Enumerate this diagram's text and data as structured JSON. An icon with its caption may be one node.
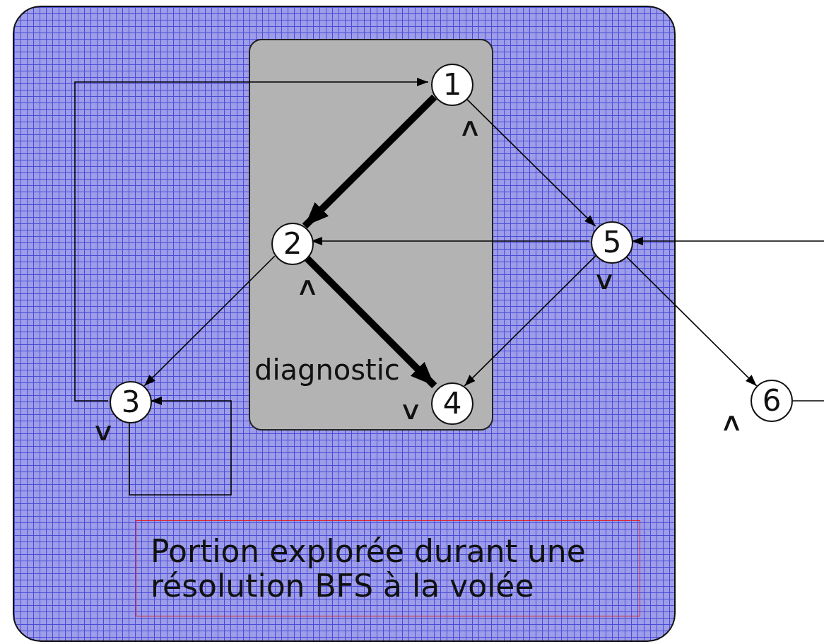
{
  "diagram": {
    "nodes": [
      {
        "text": [],
        "shape": "box"
      },
      {
        "text": [
          "diagnostic"
        ],
        "in": 0
      },
      {
        "text": [
          "1"
        ],
        "in": 1,
        "beside": [
          "∧"
        ]
      },
      {
        "text": [
          "2"
        ],
        "in": 1,
        "beside": [
          "∧"
        ]
      },
      {
        "text": [
          "3"
        ],
        "in": 0,
        "beside": [
          "∨"
        ]
      },
      {
        "text": [
          "4"
        ],
        "in": 1,
        "beside": [
          "∨"
        ]
      },
      {
        "text": [
          "5"
        ],
        "in": 0,
        "beside": [
          "∨"
        ]
      },
      {
        "text": [
          "6"
        ],
        "beside": [
          "∧"
        ]
      },
      {
        "text": [
          "Portion explorée durant une résolution BFS à la volée"
        ],
        "in": 0
      }
    ],
    "edges": [
      {
        "from": 2,
        "to": 3,
        "arrow": "to",
        "style": "thick"
      },
      {
        "from": 3,
        "to": 5,
        "arrow": "to",
        "style": "thick"
      },
      {
        "from": 2,
        "to": 6,
        "arrow": "to"
      },
      {
        "from": 6,
        "to": 3,
        "arrow": "to"
      },
      {
        "from": 3,
        "to": 4,
        "arrow": "to"
      },
      {
        "from": 6,
        "to": 5,
        "arrow": "to"
      },
      {
        "from": 6,
        "to": 7,
        "arrow": "to"
      },
      {
        "from": 4,
        "to": 2,
        "arrow": "to"
      },
      {
        "from": 4,
        "to": 4,
        "arrow": "to"
      },
      {
        "from": null,
        "to": 6,
        "arrow": "to"
      },
      {
        "from": 7,
        "to": null,
        "arrow": "none"
      }
    ]
  }
}
